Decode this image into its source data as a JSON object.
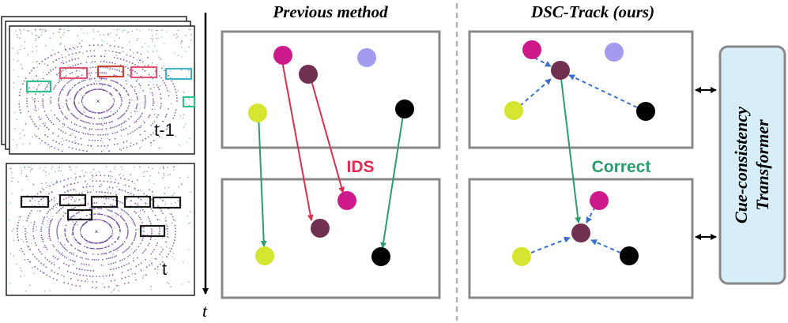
{
  "lidar": {
    "frame_prev_label": "t-1",
    "frame_curr_label": "t",
    "time_axis_label": "t",
    "box_colors_prev": [
      "#e05572",
      "#c94435",
      "#e05572",
      "#3fb4c8",
      "#2ec08a",
      "#2ec08a"
    ],
    "box_color_curr": "#1a1a1a",
    "point_color": "#5b2d8a"
  },
  "previous": {
    "title": "Previous method",
    "annotation": "IDS",
    "annotation_color": "#e02c50"
  },
  "ours": {
    "title": "DSC-Track (ours)",
    "annotation": "Correct",
    "annotation_color": "#2c9c6c"
  },
  "transformer": {
    "line1": "Cue-consistency",
    "line2": "Transformer",
    "fill": "#d7eef8"
  },
  "colors": {
    "magenta": "#cc1a8a",
    "plum": "#70304f",
    "lavender": "#a39bf0",
    "lime": "#d4e632",
    "black": "#000000",
    "arrow_red": "#d9304f",
    "arrow_green": "#2e9c6c",
    "arrow_blue": "#3b6fd0",
    "panel_border": "#888888",
    "divider": "#b5b5b5"
  }
}
